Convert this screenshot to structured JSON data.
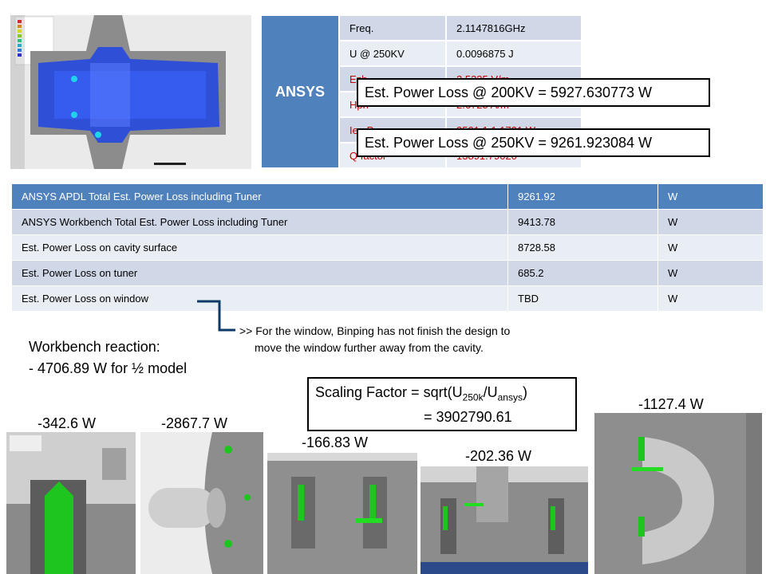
{
  "ansys": {
    "label": "ANSYS",
    "rows": [
      {
        "name": "Freq.",
        "value": "2.1147816GHz",
        "red": false
      },
      {
        "name": "U @ 250KV",
        "value": "0.0096875 J",
        "red": false
      },
      {
        "name": "Ezh",
        "value": "2.5325 V/m",
        "red": true
      },
      {
        "name": "Hph",
        "value": "2.6725 A/m",
        "red": true
      },
      {
        "name": "Ieq Pcav",
        "value": "3521.1 1.1721 W",
        "red": true
      },
      {
        "name": "Q factor",
        "value": "13891.79020",
        "red": true
      }
    ]
  },
  "callouts": {
    "c200": "Est. Power Loss @ 200KV = 5927.630773 W",
    "c250": "Est. Power Loss @ 250KV = 9261.923084 W"
  },
  "main_table": {
    "rows": [
      {
        "desc": "ANSYS APDL Total Est. Power Loss including Tuner",
        "value": "9261.92",
        "unit": "W"
      },
      {
        "desc": "ANSYS Workbench Total Est. Power Loss including Tuner",
        "value": "9413.78",
        "unit": "W"
      },
      {
        "desc": "Est. Power Loss on cavity surface",
        "value": "8728.58",
        "unit": "W"
      },
      {
        "desc": "Est. Power Loss on tuner",
        "value": "685.2",
        "unit": "W"
      },
      {
        "desc": "Est. Power Loss on window",
        "value": "TBD",
        "unit": "W"
      }
    ]
  },
  "note": {
    "arrow": ">>",
    "line1": "For the window, Binping has not finish the design to",
    "line2": "move the window further away from the cavity."
  },
  "workbench": {
    "title": "Workbench reaction:",
    "subtitle": "- 4706.89 W for ½ model"
  },
  "scaling": {
    "prefix": "Scaling Factor = sqrt(U",
    "sub1": "250k",
    "mid": "/U",
    "sub2": "ansys",
    "suffix": ")",
    "line2": "= 3902790.61"
  },
  "reactions": {
    "r1": "-342.6 W",
    "r2": "-2867.7 W",
    "r3": "-166.83 W",
    "r4": "-202.36 W",
    "r5": "-1127.4 W"
  },
  "colors": {
    "header_blue": "#4f81bd",
    "row_dark": "#d0d8e8",
    "row_light": "#e9edf4",
    "red_text": "#c00000",
    "green_part": "#22c322"
  }
}
